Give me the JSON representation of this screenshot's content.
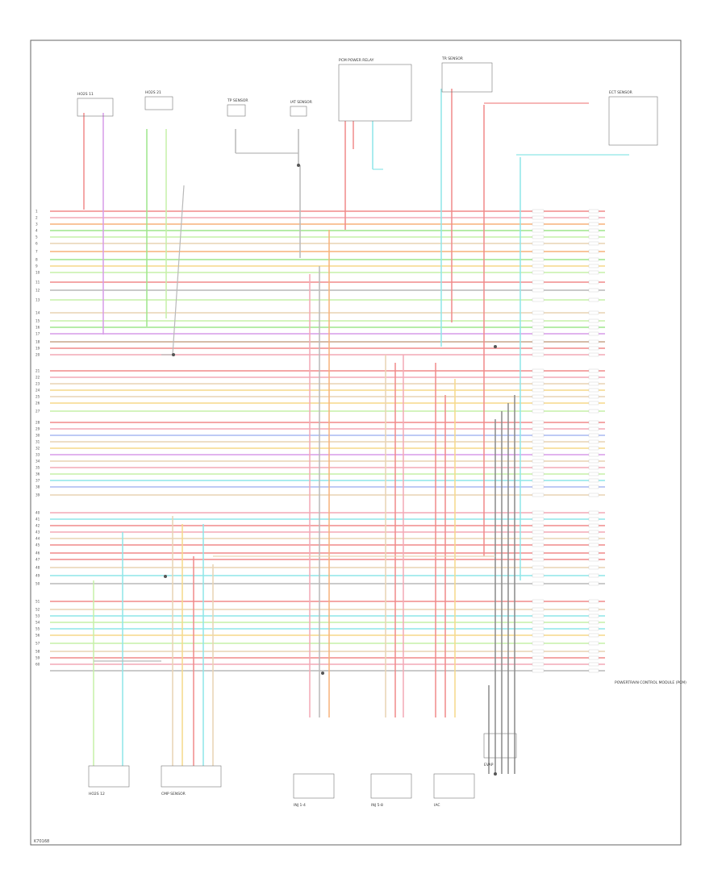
{
  "diagram": {
    "figure_id": "K70168",
    "pcm_label": "POWERTRAIN CONTROL MODULE (PCM)",
    "top_components": [
      {
        "id": "o2-bank1-up",
        "label": "HO2S 11"
      },
      {
        "id": "o2-bank2-up",
        "label": "HO2S 21"
      },
      {
        "id": "tps",
        "label": "TP SENSOR"
      },
      {
        "id": "iat",
        "label": "IAT SENSOR"
      },
      {
        "id": "relay",
        "label": "PCM POWER RELAY"
      },
      {
        "id": "trs",
        "label": "TR SENSOR"
      },
      {
        "id": "ect",
        "label": "ECT SENSOR"
      }
    ],
    "bottom_components": [
      {
        "id": "o2-downstream",
        "label": "HO2S 12"
      },
      {
        "id": "cmp-sensor",
        "label": "CMP SENSOR"
      },
      {
        "id": "injector-bank1",
        "label": "INJ 1-4"
      },
      {
        "id": "injector-bank2",
        "label": "INJ 5-8"
      },
      {
        "id": "injector-bank3",
        "label": "IAC"
      },
      {
        "id": "evap",
        "label": "EVAP"
      }
    ],
    "row_left_numbers": [
      "1",
      "2",
      "3",
      "4",
      "5",
      "6",
      "7",
      "8",
      "9",
      "10",
      "11",
      "12",
      "13",
      "14",
      "15",
      "16",
      "17",
      "18",
      "19",
      "20",
      "21",
      "22",
      "23",
      "24",
      "25",
      "26",
      "27",
      "28",
      "29",
      "30",
      "31",
      "32",
      "33",
      "34",
      "35",
      "36",
      "37",
      "38",
      "39",
      "40",
      "41",
      "42",
      "43",
      "44",
      "45",
      "46",
      "47",
      "48",
      "49",
      "50",
      "51",
      "52",
      "53",
      "54",
      "55",
      "56",
      "57",
      "58",
      "59",
      "60"
    ],
    "wire_colors": {
      "red": "#f08a8a",
      "pink": "#f4a9b5",
      "orange": "#f7b27a",
      "yellow": "#f5d98a",
      "green": "#9ee58c",
      "lightgreen": "#c6f0a8",
      "blue": "#a9b8f2",
      "cyan": "#8ee6e8",
      "violet": "#d79be8",
      "tan": "#e9d3b3",
      "gray": "#b9b9b9",
      "darkgray": "#8a8a8a",
      "brown": "#c9a58a"
    }
  }
}
